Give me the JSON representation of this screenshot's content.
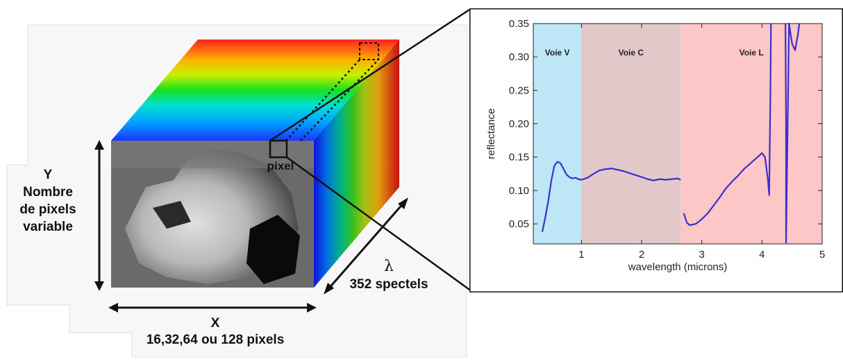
{
  "cube": {
    "y_axis_label": "Y",
    "y_axis_desc": [
      "Nombre",
      "de pixels",
      "variable"
    ],
    "x_axis_label": "X",
    "x_axis_desc": "16,32,64 ou 128 pixels",
    "lambda_symbol": "λ",
    "lambda_desc": "352 spectels",
    "pixel_label": "pixel"
  },
  "chart_data": {
    "type": "line",
    "title": "",
    "xlabel": "wavelength (microns)",
    "ylabel": "reflectance",
    "xlim": [
      0.2,
      5.0
    ],
    "ylim": [
      0.02,
      0.35
    ],
    "xticks": [
      1,
      2,
      3,
      4,
      5
    ],
    "xtick_labels": [
      "1",
      "2",
      "3",
      "4",
      "5"
    ],
    "yticks": [
      0.05,
      0.1,
      0.15,
      0.2,
      0.25,
      0.3,
      0.35
    ],
    "ytick_labels": [
      "0.05",
      "0.10",
      "0.15",
      "0.20",
      "0.25",
      "0.30",
      "0.35"
    ],
    "regions": [
      {
        "name": "Voie V",
        "x0": 0.2,
        "x1": 1.0,
        "color": "#bde6f6"
      },
      {
        "name": "Voie C",
        "x0": 1.0,
        "x1": 2.65,
        "color": "#e2c8c9"
      },
      {
        "name": "Voie L",
        "x0": 2.65,
        "x1": 5.0,
        "color": "#fdc6c7"
      }
    ],
    "line_color": "#3b2fd0",
    "segments": [
      {
        "x": [
          0.35,
          0.4,
          0.45,
          0.5,
          0.55,
          0.6,
          0.65,
          0.7,
          0.75,
          0.8,
          0.85,
          0.9,
          0.95,
          1.0
        ],
        "y": [
          0.038,
          0.06,
          0.085,
          0.115,
          0.137,
          0.143,
          0.141,
          0.133,
          0.124,
          0.12,
          0.118,
          0.119,
          0.117,
          0.116
        ]
      },
      {
        "x": [
          1.0,
          1.1,
          1.2,
          1.3,
          1.4,
          1.5,
          1.6,
          1.7,
          1.8,
          1.9,
          2.0,
          2.1,
          2.2,
          2.3,
          2.4,
          2.5,
          2.6,
          2.65
        ],
        "y": [
          0.116,
          0.119,
          0.125,
          0.13,
          0.132,
          0.133,
          0.131,
          0.129,
          0.126,
          0.123,
          0.12,
          0.117,
          0.115,
          0.117,
          0.116,
          0.117,
          0.118,
          0.116
        ]
      },
      {
        "x": [
          2.7,
          2.75,
          2.8,
          2.9,
          3.0,
          3.1,
          3.2,
          3.3,
          3.4,
          3.5,
          3.6,
          3.7,
          3.8,
          3.9,
          3.95,
          4.0,
          4.05,
          4.1,
          4.12,
          4.14,
          4.15
        ],
        "y": [
          0.066,
          0.052,
          0.048,
          0.05,
          0.057,
          0.066,
          0.078,
          0.09,
          0.103,
          0.113,
          0.122,
          0.132,
          0.14,
          0.148,
          0.152,
          0.156,
          0.15,
          0.115,
          0.093,
          0.25,
          0.35
        ]
      },
      {
        "x": [
          4.39,
          4.4,
          4.4,
          4.45,
          4.5,
          4.55,
          4.6,
          4.62
        ],
        "y": [
          0.35,
          0.2,
          0.022,
          0.35,
          0.32,
          0.31,
          0.335,
          0.35
        ]
      }
    ]
  }
}
